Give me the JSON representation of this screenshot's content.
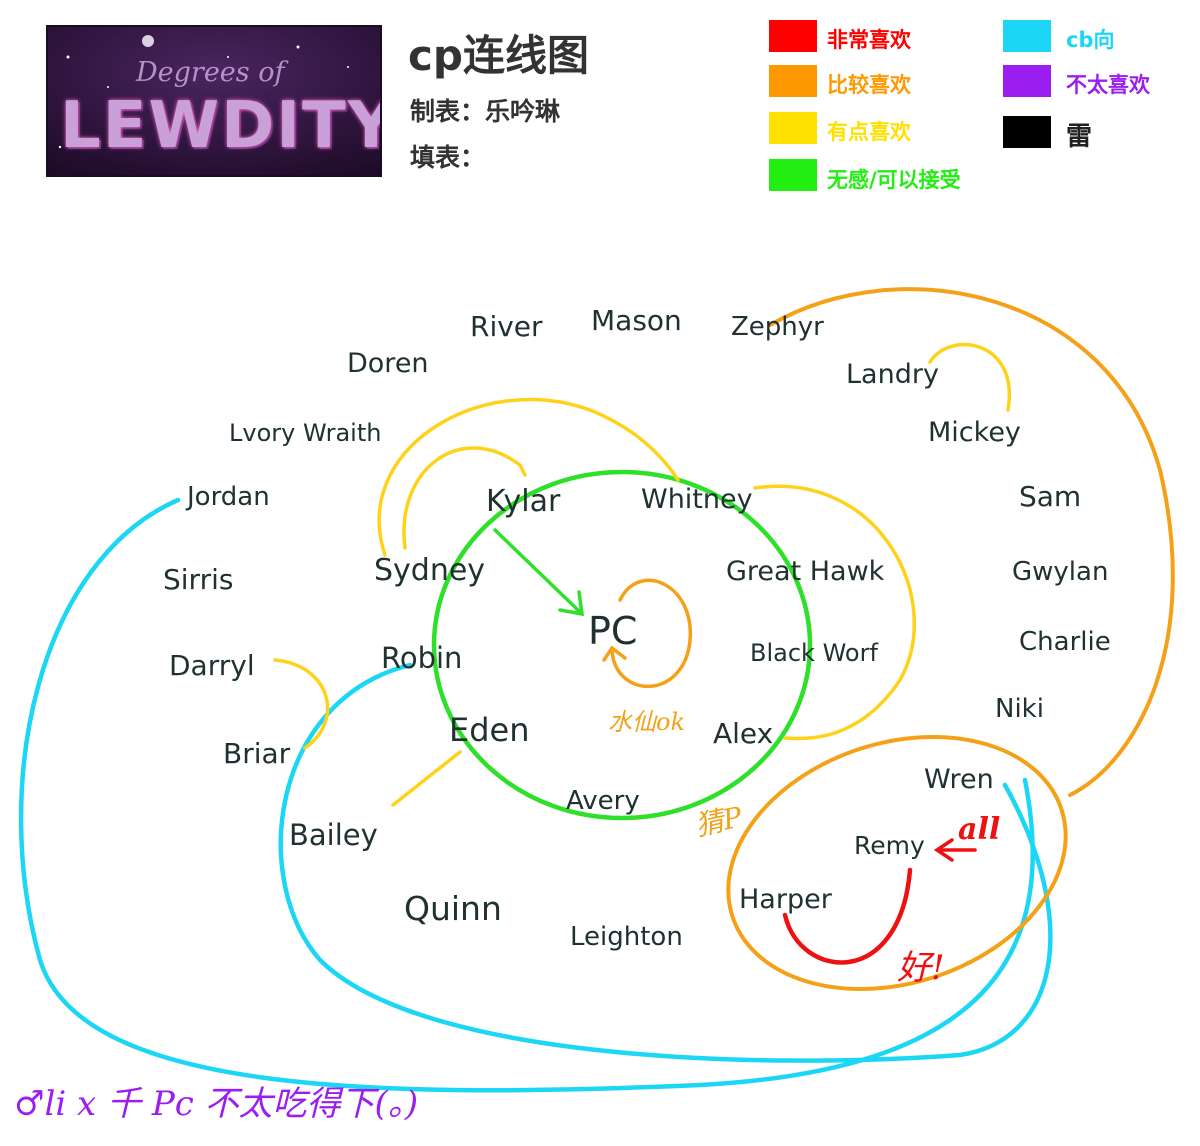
{
  "header": {
    "logo_text_top": "Degrees of",
    "logo_text_main": "LEWDITY",
    "title": "cp连线图",
    "maker": "制表：乐吟琳",
    "filler": "填表："
  },
  "legend": [
    {
      "label": "非常喜欢",
      "color": "#ff0000"
    },
    {
      "label": "比较喜欢",
      "color": "#ff9900"
    },
    {
      "label": "有点喜欢",
      "color": "#ffe000"
    },
    {
      "label": "无感/可以接受",
      "color": "#22ee11"
    },
    {
      "label": "cb向",
      "color": "#1cd6f5"
    },
    {
      "label": "不太喜欢",
      "color": "#9b1ef0"
    },
    {
      "label": "雷",
      "color": "#000000"
    }
  ],
  "characters": {
    "river": "River",
    "mason": "Mason",
    "zephyr": "Zephyr",
    "doren": "Doren",
    "landry": "Landry",
    "lvory": "Lvory Wraith",
    "mickey": "Mickey",
    "jordan": "Jordan",
    "kylar": "Kylar",
    "whitney": "Whitney",
    "sam": "Sam",
    "sirris": "Sirris",
    "sydney": "Sydney",
    "great_hawk": "Great Hawk",
    "gwylan": "Gwylan",
    "pc": "PC",
    "darryl": "Darryl",
    "robin": "Robin",
    "black_worf": "Black Worf",
    "charlie": "Charlie",
    "niki": "Niki",
    "briar": "Briar",
    "eden": "Eden",
    "alex": "Alex",
    "wren": "Wren",
    "avery": "Avery",
    "bailey": "Bailey",
    "remy": "Remy",
    "harper": "Harper",
    "quinn": "Quinn",
    "leighton": "Leighton"
  },
  "annotations": {
    "pc_self": "水仙ok",
    "avery_note": "猜P",
    "remy_all": "all",
    "harper_good": "好!",
    "bottom_note": "♂li x 千 Pc 不太吃得下(。)"
  }
}
